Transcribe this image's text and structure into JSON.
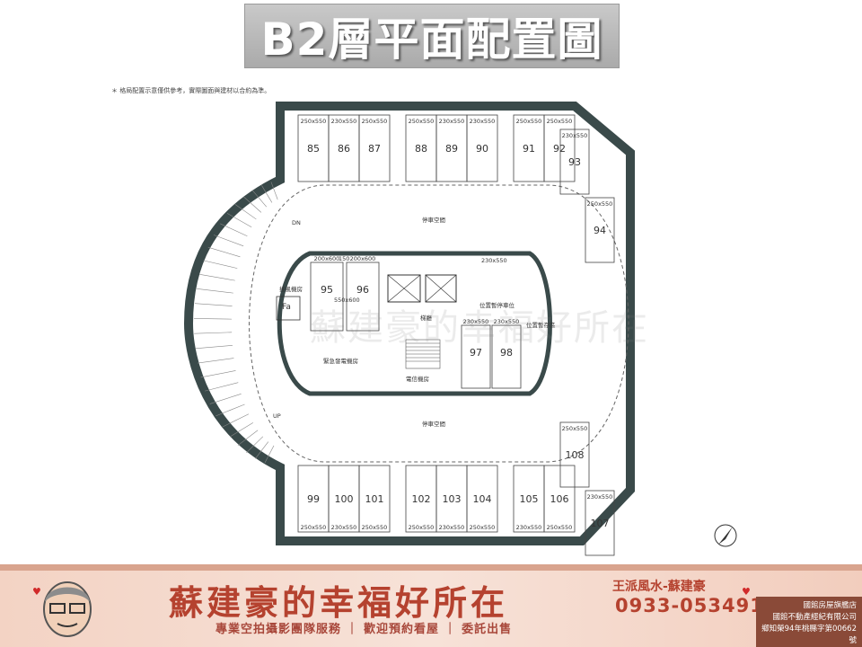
{
  "header": {
    "title": "B2層平面配置圖"
  },
  "plan": {
    "note": "＊ 格局配置示意僅供參考，實際圖面與建材以合約為準。",
    "top_row": [
      {
        "num": "85",
        "size": "250x550"
      },
      {
        "num": "86",
        "size": "230x550"
      },
      {
        "num": "87",
        "size": "250x550"
      },
      {
        "num": "88",
        "size": "250x550"
      },
      {
        "num": "89",
        "size": "230x550"
      },
      {
        "num": "90",
        "size": "230x550"
      },
      {
        "num": "91",
        "size": "250x550"
      },
      {
        "num": "92",
        "size": "250x550"
      }
    ],
    "right_top": [
      {
        "num": "93",
        "size": "230x550"
      },
      {
        "num": "94",
        "size": "250x550"
      }
    ],
    "bottom_row": [
      {
        "num": "99",
        "size": "250x550"
      },
      {
        "num": "100",
        "size": "230x550"
      },
      {
        "num": "101",
        "size": "250x550"
      },
      {
        "num": "102",
        "size": "250x550"
      },
      {
        "num": "103",
        "size": "230x550"
      },
      {
        "num": "104",
        "size": "250x550"
      },
      {
        "num": "105",
        "size": "230x550"
      },
      {
        "num": "106",
        "size": "250x550"
      }
    ],
    "right_bottom": [
      {
        "num": "107",
        "size": "230x550"
      },
      {
        "num": "108",
        "size": "250x550"
      }
    ],
    "center_slots": [
      {
        "num": "95",
        "size": "200x600"
      },
      {
        "num": "96",
        "size": "200x600"
      },
      {
        "num": "97",
        "size": "230x550"
      },
      {
        "num": "98",
        "size": "230x550"
      }
    ],
    "labels": {
      "parking_top": "停車空間",
      "parking_bottom": "停車空間",
      "down": "DN",
      "up": "UP",
      "fa_label": "Fa",
      "fa_sub": "排風機房",
      "generator": "緊急發電機房",
      "electric": "電信機房",
      "elevator_hall": "梯廳",
      "gen_room": "位置暫存區",
      "temp_area": "位置暫停車位",
      "size_150": "150",
      "size_550x600": "550x600",
      "size_mid": "230x550"
    },
    "watermark": "蘇建豪的幸福好所在"
  },
  "footer": {
    "brand": "蘇建豪的幸福好所在",
    "services": "專業空拍攝影團隊服務 ｜ 歡迎預約看屋 ｜ 委託出售",
    "agent_name": "王派風水-蘇建豪",
    "agent_phone": "0933-053491",
    "company_line1": "國館房屋旗艦店",
    "company_line2": "國館不動產經紀有限公司",
    "company_line3": "鄉知榮94年桃縣字第00662號"
  },
  "colors": {
    "wall": "#3a4a4a",
    "brand_red": "#b5422f",
    "footer_bg": "#f5d9cc"
  }
}
